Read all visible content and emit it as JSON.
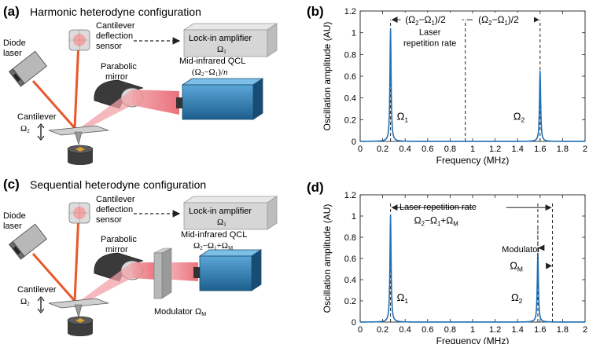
{
  "panel_a": {
    "label": "(a)",
    "title": "Harmonic heterodyne configuration",
    "diode_laser": "Diode\nlaser",
    "sensor": "Cantilever\ndeflection\nsensor",
    "lockin": "Lock-in amplifier",
    "lockin_freq": "Ω1",
    "parabolic": "Parabolic\nmirror",
    "qcl": "Mid-infrared QCL",
    "qcl_freq": "(Ω2−Ω1)/n",
    "cantilever": "Cantilever",
    "cantilever_freq": "Ω2"
  },
  "panel_c": {
    "label": "(c)",
    "title": "Sequential heterodyne configuration",
    "diode_laser": "Diode\nlaser",
    "sensor": "Cantilever\ndeflection\nsensor",
    "lockin": "Lock-in amplifier",
    "lockin_freq": "Ω1",
    "parabolic": "Parabolic\nmirror",
    "qcl": "Mid-infrared QCL",
    "qcl_freq": "Ω2−Ω1+ΩM",
    "modulator": "Modulator ΩM",
    "cantilever": "Cantilever",
    "cantilever_freq": "Ω2"
  },
  "chart_data": [
    {
      "panel": "(b)",
      "type": "line",
      "xlabel": "Frequency (MHz)",
      "ylabel": "Oscillation amplitude (AU)",
      "xlim": [
        0,
        2
      ],
      "ylim": [
        0,
        1.2
      ],
      "xticks": [
        "0",
        "0.2",
        "0.4",
        "0.6",
        "0.8",
        "1",
        "1.2",
        "1.4",
        "1.6",
        "1.8",
        "2"
      ],
      "yticks": [
        "0",
        "0.2",
        "0.4",
        "0.6",
        "0.8",
        "1",
        "1.2"
      ],
      "grid": false,
      "series": [
        {
          "peaks": [
            {
              "x": 0.27,
              "y": 1.04,
              "label": "Ω1"
            },
            {
              "x": 1.6,
              "y": 0.65,
              "label": "Ω2"
            }
          ],
          "color": "#1f6fb4"
        }
      ],
      "vlines": [
        0.27,
        0.935,
        1.6
      ],
      "annotations": [
        "(Ω2−Ω1)/2",
        "(Ω2−Ω1)/2",
        "Laser repetition rate"
      ]
    },
    {
      "panel": "(d)",
      "type": "line",
      "xlabel": "Frequency (MHz)",
      "ylabel": "Oscillation amplitude (AU)",
      "xlim": [
        0,
        2
      ],
      "ylim": [
        0,
        1.2
      ],
      "xticks": [
        "0",
        "0.2",
        "0.4",
        "0.6",
        "0.8",
        "1",
        "1.2",
        "1.4",
        "1.6",
        "1.8",
        "2"
      ],
      "yticks": [
        "0",
        "0.2",
        "0.4",
        "0.6",
        "0.8",
        "1",
        "1.2"
      ],
      "grid": false,
      "series": [
        {
          "peaks": [
            {
              "x": 0.27,
              "y": 1.01,
              "label": "Ω1"
            },
            {
              "x": 1.58,
              "y": 0.65,
              "label": "Ω2"
            }
          ],
          "color": "#1f6fb4"
        }
      ],
      "vlines": [
        0.27,
        1.58,
        1.71
      ],
      "annotations": [
        "Laser repetition rate",
        "Ω2−Ω1+ΩM",
        "Modulator",
        "ΩM"
      ]
    }
  ]
}
